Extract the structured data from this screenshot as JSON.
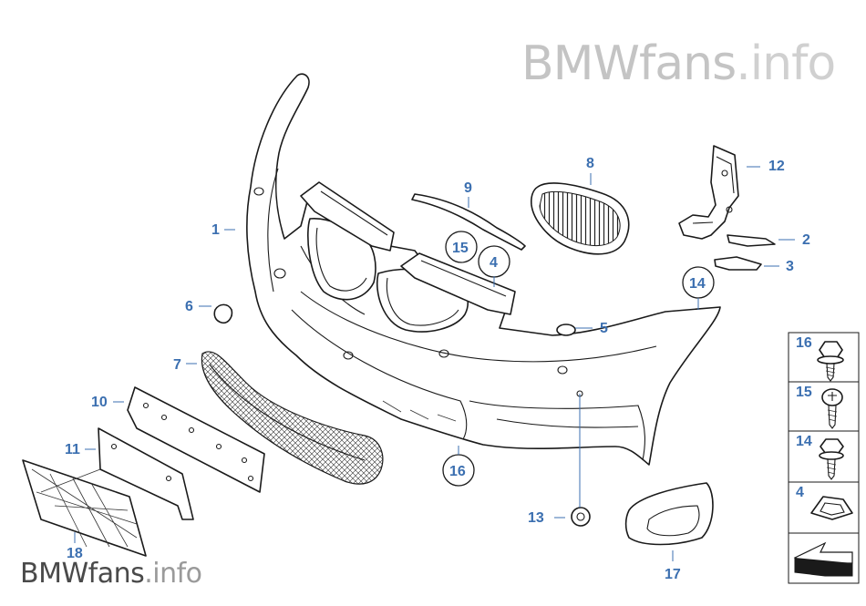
{
  "watermark_top": {
    "brand": "BMWfans",
    "ext": ".info"
  },
  "watermark_bottom": {
    "brand": "BMWfans",
    "ext": ".info"
  },
  "callouts": {
    "c1": "1",
    "c2": "2",
    "c3": "3",
    "c4": "4",
    "c5": "5",
    "c6": "6",
    "c7": "7",
    "c8": "8",
    "c9": "9",
    "c10": "10",
    "c11": "11",
    "c12": "12",
    "c13": "13",
    "c14": "14",
    "c15": "15",
    "c16": "16",
    "c17": "17",
    "c18": "18"
  },
  "legend": {
    "r16": "16",
    "r15": "15",
    "r14": "14",
    "r4": "4"
  },
  "colors": {
    "callout": "#3b6fb0",
    "line": "#1a1a1a",
    "watermark": "#c4c4c4"
  }
}
